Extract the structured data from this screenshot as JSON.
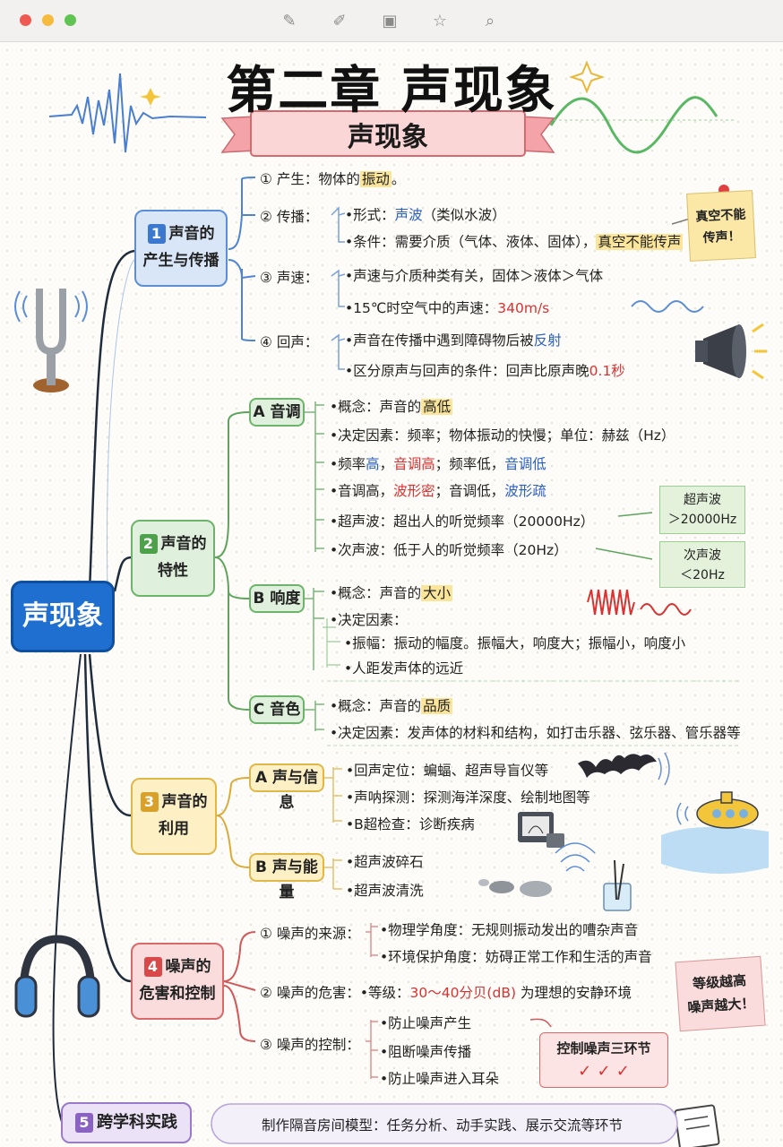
{
  "window": {
    "tools": [
      "pen-icon",
      "highlighter-icon",
      "image-icon",
      "star-icon",
      "search-icon"
    ]
  },
  "title": "第二章  声现象",
  "ribbon": "声现象",
  "root": "声现象",
  "branch1": {
    "num": "1",
    "label": "声音的产生与传播",
    "l1": "声音的",
    "l2": "产生与传播",
    "items": {
      "origin_prefix": "① 产生：物体的",
      "origin_hl": "振动",
      "origin_end": "。",
      "prop_label": "② 传播：",
      "prop_form_a": "•形式：",
      "prop_form_b": "声波",
      "prop_form_c": "（类似水波）",
      "prop_cond_a": "•条件：需要介质（气体、液体、固体），",
      "prop_cond_b": "真空不能传声",
      "speed_label": "③ 声速：",
      "speed_1": "•声速与介质种类有关，固体＞液体＞气体",
      "speed_2a": "•15℃时空气中的声速：",
      "speed_2b": "340m/s",
      "echo_label": "④ 回声：",
      "echo_1a": "•声音在传播中遇到障碍物后被",
      "echo_1b": "反射",
      "echo_2a": "•区分原声与回声的条件：回声比原声晚",
      "echo_2b": "0.1秒"
    },
    "note": "真空不能传声！",
    "note_l1": "真空不能",
    "note_l2": "传声！"
  },
  "branch2": {
    "num": "2",
    "l1": "声音的",
    "l2": "特性",
    "pitch": {
      "label": "A 音调",
      "c1a": "•概念：声音的",
      "c1b": "高低",
      "c2": "•决定因素：频率；物体振动的快慢；单位：赫兹（Hz）",
      "c3a": "•频率",
      "c3b": "高",
      "c3c": "，",
      "c3d": "音调高",
      "c3e": "；频率低，",
      "c3f": "音调低",
      "c4a": "•音调高，",
      "c4b": "波形密",
      "c4c": "；音调低，",
      "c4d": "波形疏",
      "c5": "•超声波：超出人的听觉频率（20000Hz）",
      "c6": "•次声波：低于人的听觉频率（20Hz）"
    },
    "ultra_note_l1": "超声波",
    "ultra_note_l2": "＞20000Hz",
    "infra_note_l1": "次声波",
    "infra_note_l2": "＜20Hz",
    "loudness": {
      "label": "B 响度",
      "c1a": "•概念：声音的",
      "c1b": "大小",
      "c2": "•决定因素：",
      "c3": "•振幅：振动的幅度。振幅大，响度大；振幅小，响度小",
      "c4": "•人距发声体的远近"
    },
    "timbre": {
      "label": "C 音色",
      "c1a": "•概念：声音的",
      "c1b": "品质",
      "c2": "•决定因素：发声体的材料和结构，如打击乐器、弦乐器、管乐器等"
    }
  },
  "branch3": {
    "num": "3",
    "l1": "声音的",
    "l2": "利用",
    "info": {
      "label": "A 声与信息",
      "c1": "•回声定位：蝙蝠、超声导盲仪等",
      "c2": "•声呐探测：探测海洋深度、绘制地图等",
      "c3": "•B超检查：诊断疾病"
    },
    "energy": {
      "label": "B 声与能量",
      "c1": "•超声波碎石",
      "c2": "•超声波清洗"
    }
  },
  "branch4": {
    "num": "4",
    "l1": "噪声的",
    "l2": "危害和控制",
    "source_label": "① 噪声的来源：",
    "source_1": "•物理学角度：无规则振动发出的嘈杂声音",
    "source_2": "•环境保护角度：妨碍正常工作和生活的声音",
    "harm_label": "② 噪声的危害：",
    "harm_a": "•等级：",
    "harm_b": "30～40分贝(dB)",
    "harm_c": "为理想的安静环境",
    "ctrl_label": "③ 噪声的控制：",
    "ctrl_1": "•防止噪声产生",
    "ctrl_2": "•阻断噪声传播",
    "ctrl_3": "•防止噪声进入耳朵",
    "ctrl_note": "控制噪声三环节",
    "ctrl_checks": "✓  ✓  ✓",
    "level_note_l1": "等级越高",
    "level_note_l2": "噪声越大！"
  },
  "branch5": {
    "num": "5",
    "label": "跨学科实践",
    "text": "制作隔音房间模型：任务分析、动手实践、展示交流等环节"
  },
  "colors": {
    "blue": "#5c8ed8",
    "green": "#6cb46a",
    "yellow": "#e0b84a",
    "red": "#d86a6a",
    "purple": "#9b7ac9",
    "root": "#1f6fd0"
  }
}
